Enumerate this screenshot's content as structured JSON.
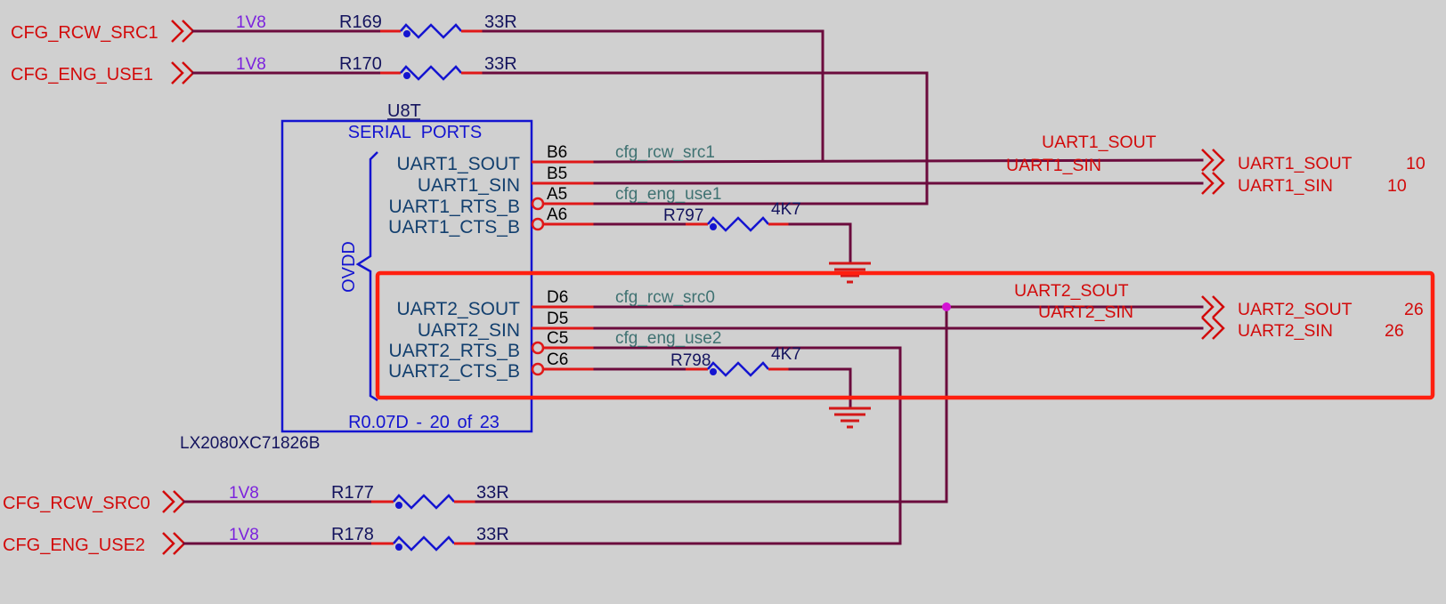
{
  "colors": {
    "background": "#d0d0d0",
    "wire": "#6b0b3d",
    "pin_line": "#e01818",
    "port": "#d20a0a",
    "component": "#1414d0",
    "pin_name": "#123f6e",
    "designator": "#14145e",
    "power_net": "#7b22dd",
    "net_label": "#3f7272",
    "pin_number": "#000000",
    "junction": "#d414d4",
    "ground": "#d41818",
    "highlight": "#ff1f0f"
  },
  "left_ports": [
    {
      "name": "CFG_RCW_SRC1",
      "power_net": "1V8",
      "resistor": {
        "designator": "R169",
        "value": "33R"
      }
    },
    {
      "name": "CFG_ENG_USE1",
      "power_net": "1V8",
      "resistor": {
        "designator": "R170",
        "value": "33R"
      }
    },
    {
      "name": "CFG_RCW_SRC0",
      "power_net": "1V8",
      "resistor": {
        "designator": "R177",
        "value": "33R"
      }
    },
    {
      "name": "CFG_ENG_USE2",
      "power_net": "1V8",
      "resistor": {
        "designator": "R178",
        "value": "33R"
      }
    }
  ],
  "component": {
    "designator": "U8T",
    "title": "SERIAL PORTS",
    "power_group": "OVDD",
    "revision": "R0.07D - 20 of 23",
    "part_number": "LX2080XC71826B",
    "pins": [
      {
        "name": "UART1_SOUT",
        "number": "B6",
        "active_low": false,
        "net": "cfg_rcw_src1"
      },
      {
        "name": "UART1_SIN",
        "number": "B5",
        "active_low": false
      },
      {
        "name": "UART1_RTS_B",
        "number": "A5",
        "active_low": true,
        "net": "cfg_eng_use1"
      },
      {
        "name": "UART1_CTS_B",
        "number": "A6",
        "active_low": true
      },
      {
        "name": "UART2_SOUT",
        "number": "D6",
        "active_low": false,
        "net": "cfg_rcw_src0"
      },
      {
        "name": "UART2_SIN",
        "number": "D5",
        "active_low": false
      },
      {
        "name": "UART2_RTS_B",
        "number": "C5",
        "active_low": true,
        "net": "cfg_eng_use2"
      },
      {
        "name": "UART2_CTS_B",
        "number": "C6",
        "active_low": true
      }
    ]
  },
  "pullups": [
    {
      "designator": "R797",
      "value": "4K7"
    },
    {
      "designator": "R798",
      "value": "4K7"
    }
  ],
  "net_labels": [
    "UART1_SOUT",
    "UART1_SIN",
    "UART2_SOUT",
    "UART2_SIN"
  ],
  "right_ports": [
    {
      "name": "UART1_SOUT",
      "sheet_ref": "10"
    },
    {
      "name": "UART1_SIN",
      "sheet_ref": "10"
    },
    {
      "name": "UART2_SOUT",
      "sheet_ref": "26"
    },
    {
      "name": "UART2_SIN",
      "sheet_ref": "26"
    }
  ]
}
